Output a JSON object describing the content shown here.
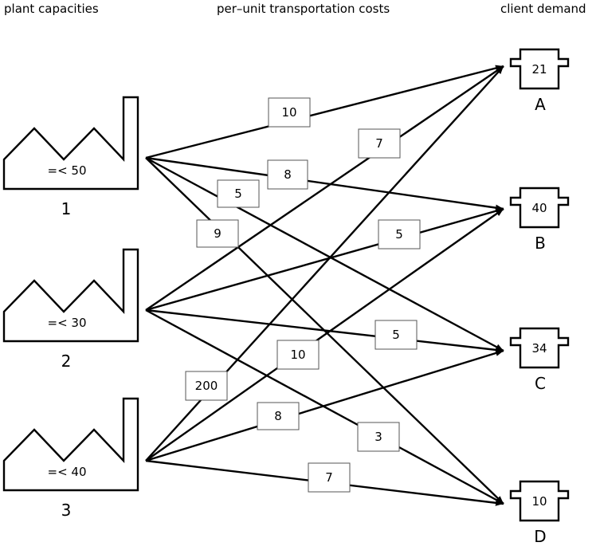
{
  "headers": {
    "plants": "plant capacities",
    "costs": "per–unit transportation costs",
    "clients": "client demand"
  },
  "plants": [
    {
      "id": "1",
      "capacity": "=< 50"
    },
    {
      "id": "2",
      "capacity": "=< 30"
    },
    {
      "id": "3",
      "capacity": "=< 40"
    }
  ],
  "clients": [
    {
      "id": "A",
      "demand": "21"
    },
    {
      "id": "B",
      "demand": "40"
    },
    {
      "id": "C",
      "demand": "34"
    },
    {
      "id": "D",
      "demand": "10"
    }
  ],
  "routes": [
    {
      "from": "1",
      "to": "A",
      "cost": "10"
    },
    {
      "from": "1",
      "to": "B",
      "cost": "8"
    },
    {
      "from": "1",
      "to": "C",
      "cost": "5"
    },
    {
      "from": "1",
      "to": "D",
      "cost": "9"
    },
    {
      "from": "2",
      "to": "A",
      "cost": "7"
    },
    {
      "from": "2",
      "to": "B",
      "cost": "5"
    },
    {
      "from": "2",
      "to": "C",
      "cost": "5"
    },
    {
      "from": "2",
      "to": "D",
      "cost": "3"
    },
    {
      "from": "3",
      "to": "A",
      "cost": "200"
    },
    {
      "from": "3",
      "to": "B",
      "cost": "10"
    },
    {
      "from": "3",
      "to": "C",
      "cost": "8"
    },
    {
      "from": "3",
      "to": "D",
      "cost": "7"
    }
  ]
}
